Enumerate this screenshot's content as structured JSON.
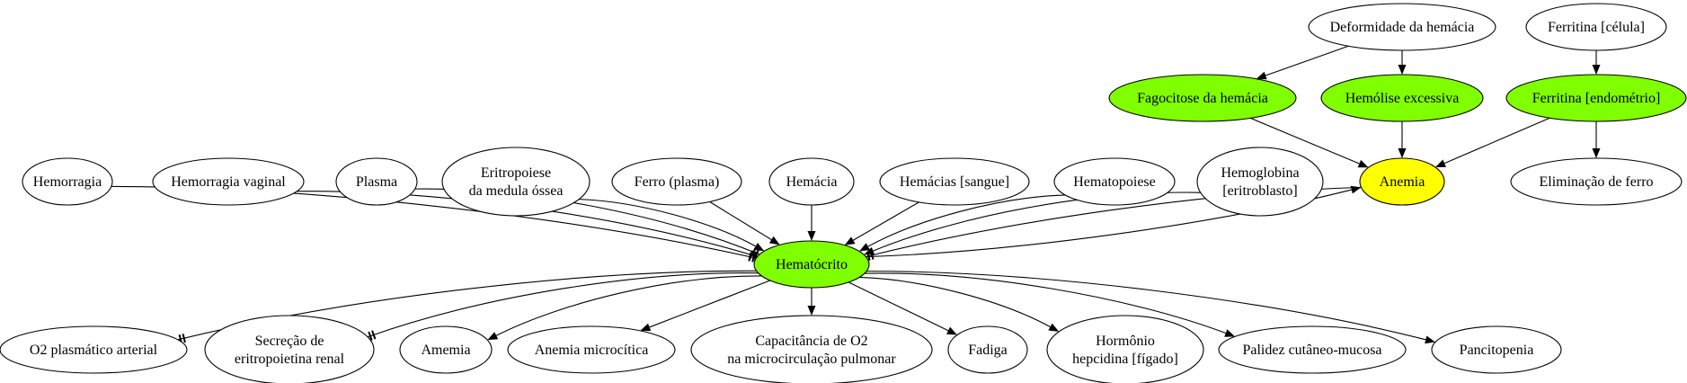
{
  "colors": {
    "default_fill": "#ffffff",
    "highlight_fill": "#7fff00",
    "anemia_fill": "#ffff00",
    "stroke": "#000000"
  },
  "nodes": {
    "deformidade": {
      "lines": [
        "Deformidade da hemácia"
      ],
      "style": "default"
    },
    "ferritina_celula": {
      "lines": [
        "Ferritina [célula]"
      ],
      "style": "default"
    },
    "fagocitose": {
      "lines": [
        "Fagocitose da hemácia"
      ],
      "style": "highlight"
    },
    "hemolise": {
      "lines": [
        "Hemólise excessiva"
      ],
      "style": "highlight"
    },
    "ferritina_endometrio": {
      "lines": [
        "Ferritina [endométrio]"
      ],
      "style": "highlight"
    },
    "anemia": {
      "lines": [
        "Anemia"
      ],
      "style": "anemia"
    },
    "eliminacao_ferro": {
      "lines": [
        "Eliminação de ferro"
      ],
      "style": "default"
    },
    "hemorragia": {
      "lines": [
        "Hemorragia"
      ],
      "style": "default"
    },
    "hemorragia_vaginal": {
      "lines": [
        "Hemorragia vaginal"
      ],
      "style": "default"
    },
    "plasma": {
      "lines": [
        "Plasma"
      ],
      "style": "default"
    },
    "eritropoiese": {
      "lines": [
        "Eritropoiese",
        "da medula óssea"
      ],
      "style": "default"
    },
    "ferro_plasma": {
      "lines": [
        "Ferro (plasma)"
      ],
      "style": "default"
    },
    "hemacia": {
      "lines": [
        "Hemácia"
      ],
      "style": "default"
    },
    "hemacias_sangue": {
      "lines": [
        "Hemácias [sangue]"
      ],
      "style": "default"
    },
    "hematopoiese": {
      "lines": [
        "Hematopoiese"
      ],
      "style": "default"
    },
    "hemoglobina": {
      "lines": [
        "Hemoglobina",
        "[eritroblasto]"
      ],
      "style": "default"
    },
    "hematocrito": {
      "lines": [
        "Hematócrito"
      ],
      "style": "highlight"
    },
    "o2_plasmatico": {
      "lines": [
        "O2 plasmático arterial"
      ],
      "style": "default"
    },
    "secrecao": {
      "lines": [
        "Secreção de",
        "eritropoietina renal"
      ],
      "style": "default"
    },
    "amemia": {
      "lines": [
        "Amemia"
      ],
      "style": "default"
    },
    "anemia_microcitica": {
      "lines": [
        "Anemia microcítica"
      ],
      "style": "default"
    },
    "capacitancia": {
      "lines": [
        "Capacitância de O2",
        "na microcirculação pulmonar"
      ],
      "style": "default"
    },
    "fadiga": {
      "lines": [
        "Fadiga"
      ],
      "style": "default"
    },
    "hormonio": {
      "lines": [
        "Hormônio",
        "hepcidina [fígado]"
      ],
      "style": "default"
    },
    "palidez": {
      "lines": [
        "Palidez cutâneo-mucosa"
      ],
      "style": "default"
    },
    "pancitopenia": {
      "lines": [
        "Pancitopenia"
      ],
      "style": "default"
    }
  },
  "edges": [
    {
      "from": "deformidade",
      "to": "fagocitose",
      "head": "arrow"
    },
    {
      "from": "deformidade",
      "to": "hemolise",
      "head": "arrow"
    },
    {
      "from": "ferritina_celula",
      "to": "ferritina_endometrio",
      "head": "arrow"
    },
    {
      "from": "fagocitose",
      "to": "anemia",
      "head": "arrow"
    },
    {
      "from": "hemolise",
      "to": "anemia",
      "head": "arrow"
    },
    {
      "from": "ferritina_endometrio",
      "to": "anemia",
      "head": "arrow"
    },
    {
      "from": "ferritina_endometrio",
      "to": "eliminacao_ferro",
      "head": "arrow"
    },
    {
      "from": "hemorragia",
      "to": "hematocrito",
      "head": "tee"
    },
    {
      "from": "hemorragia_vaginal",
      "to": "hematocrito",
      "head": "tee"
    },
    {
      "from": "plasma",
      "to": "hematocrito",
      "head": "tee"
    },
    {
      "from": "eritropoiese",
      "to": "hematocrito",
      "head": "arrow"
    },
    {
      "from": "ferro_plasma",
      "to": "hematocrito",
      "head": "arrow"
    },
    {
      "from": "hemacia",
      "to": "hematocrito",
      "head": "arrow"
    },
    {
      "from": "hemacias_sangue",
      "to": "hematocrito",
      "head": "arrow"
    },
    {
      "from": "hematopoiese",
      "to": "hematocrito",
      "head": "arrow"
    },
    {
      "from": "hemoglobina",
      "to": "hematocrito",
      "head": "arrow"
    },
    {
      "from": "anemia",
      "to": "hematocrito",
      "head": "tee"
    },
    {
      "from": "hematocrito",
      "to": "anemia",
      "head": "arrow"
    },
    {
      "from": "hematocrito",
      "to": "o2_plasmatico",
      "head": "tee"
    },
    {
      "from": "hematocrito",
      "to": "secrecao",
      "head": "tee"
    },
    {
      "from": "hematocrito",
      "to": "amemia",
      "head": "arrow"
    },
    {
      "from": "hematocrito",
      "to": "anemia_microcitica",
      "head": "arrow"
    },
    {
      "from": "hematocrito",
      "to": "capacitancia",
      "head": "arrow"
    },
    {
      "from": "hematocrito",
      "to": "fadiga",
      "head": "arrow"
    },
    {
      "from": "hematocrito",
      "to": "hormonio",
      "head": "arrow"
    },
    {
      "from": "hematocrito",
      "to": "palidez",
      "head": "arrow"
    },
    {
      "from": "hematocrito",
      "to": "pancitopenia",
      "head": "arrow"
    }
  ]
}
